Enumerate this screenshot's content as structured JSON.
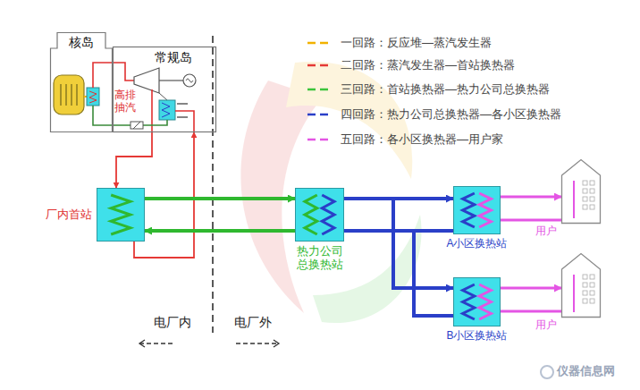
{
  "diagram": {
    "nodes": [
      {
        "text": [
          "核岛"
        ]
      },
      {
        "text": [
          "常规岛"
        ]
      },
      {
        "text": [
          "厂内首站"
        ]
      },
      {
        "text": [
          "热力公司 总换热站"
        ]
      },
      {
        "text": [
          "A小区换热站"
        ]
      },
      {
        "text": [
          "B小区换热站"
        ]
      },
      {
        "text": [
          "用户"
        ]
      },
      {
        "text": [
          "用户"
        ]
      }
    ],
    "edges": [
      {
        "from": 1,
        "to": 2,
        "arrow": "to"
      },
      {
        "from": 2,
        "to": 1,
        "arrow": "to"
      },
      {
        "from": 2,
        "to": 3,
        "arrow": "to"
      },
      {
        "from": 3,
        "to": 2,
        "arrow": "to"
      },
      {
        "from": 3,
        "to": 4,
        "arrow": "to"
      },
      {
        "from": 4,
        "to": 3,
        "arrow": "none"
      },
      {
        "from": 3,
        "to": 5,
        "arrow": "to"
      },
      {
        "from": 5,
        "to": 3,
        "arrow": "none"
      },
      {
        "from": 4,
        "to": 6,
        "arrow": "to"
      },
      {
        "from": 6,
        "to": 4,
        "arrow": "none"
      },
      {
        "from": 5,
        "to": 7,
        "arrow": "to"
      },
      {
        "from": 7,
        "to": 5,
        "arrow": "none"
      }
    ],
    "labels": [
      "高排抽汽",
      "电厂内",
      "电厂外",
      "仪器信息网"
    ],
    "legend": [
      {
        "text": "一回路：反应堆—蒸汽发生器"
      },
      {
        "text": "二回路：蒸汽发生器—首站换热器"
      },
      {
        "text": "三回路：首站换热器—热力公司总换热器"
      },
      {
        "text": "四回路：热力公司总换热器—各小区换热器"
      },
      {
        "text": "五回路：各小区换热器—用户家"
      }
    ]
  }
}
